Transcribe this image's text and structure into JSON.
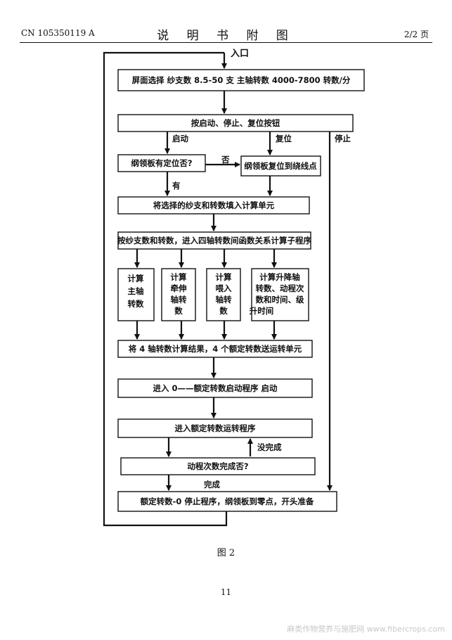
{
  "header": {
    "patent_number": "CN 105350119 A",
    "title": "说 明 书 附 图",
    "page": "2/2 页"
  },
  "flow": {
    "entry": "入口",
    "step1": "屏面选择   纱支数 8.5-50 支   主轴转数 4000-7800 转数/分",
    "step2": "按启动、停止、复位按钮",
    "label_start": "启动",
    "label_reset": "复位",
    "label_stop": "停止",
    "decision1": "纲领板有定位否?",
    "label_no": "否",
    "reset_box": "纲领板复位到绕线点",
    "label_yes": "有",
    "step3": "将选择的纱支和转数填入计算单元",
    "step4": "按纱支数和转数，进入四轴转数间函数关系计算子程序",
    "calc1": [
      "计算",
      "主轴",
      "转数"
    ],
    "calc2": [
      "计算",
      "牵伸",
      "轴转",
      "数"
    ],
    "calc3": [
      "计算",
      "喂入",
      "轴转",
      "数"
    ],
    "calc4": [
      "计算升降轴",
      "转数、动程次",
      "数和时间、级",
      "升时间"
    ],
    "step5": "将 4 轴转数计算结果，4 个额定转数送运转单元",
    "step6": "进入 0——额定转数启动程序  启动",
    "step7": "进入额定转数运转程序",
    "label_not_done": "没完成",
    "decision2": "动程次数完成否?",
    "label_done": "完成",
    "step8": "额定转数-0 停止程序，纲领板到零点，开头准备"
  },
  "figure_caption": "图 2",
  "page_number": "11",
  "watermark": "麻类作物营养与施肥网 www.fibercrops.com"
}
